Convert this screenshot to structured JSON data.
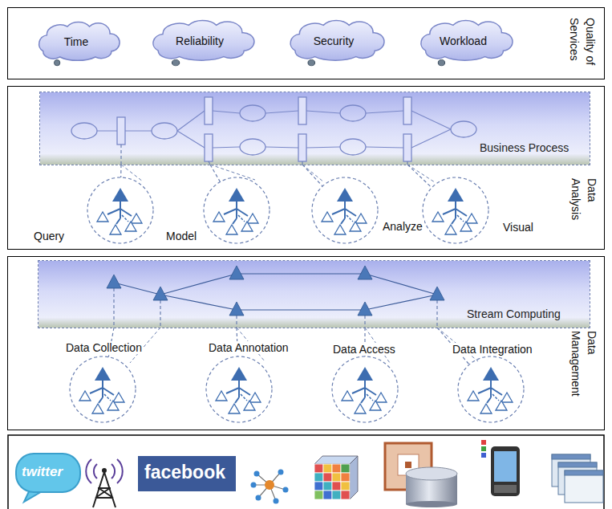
{
  "diagram": {
    "nodes": [
      {
        "text": [
          "Quality of Services"
        ]
      },
      {
        "text": [
          "Time"
        ],
        "in": 0
      },
      {
        "text": [
          "Reliability"
        ],
        "in": 0
      },
      {
        "text": [
          "Security"
        ],
        "in": 0
      },
      {
        "text": [
          "Workload"
        ],
        "in": 0
      },
      {
        "text": [
          "Data Analysis"
        ]
      },
      {
        "text": [
          "Business Process"
        ],
        "in": 5
      },
      {
        "text": [
          "Query"
        ],
        "in": 5
      },
      {
        "text": [
          "Model"
        ],
        "in": 5
      },
      {
        "text": [
          "Analyze"
        ],
        "in": 5
      },
      {
        "text": [
          "Visual"
        ],
        "in": 5
      },
      {
        "text": [
          "Data Management"
        ]
      },
      {
        "text": [
          "Stream Computing"
        ],
        "in": 11
      },
      {
        "text": [
          "Data Collection"
        ],
        "in": 11
      },
      {
        "text": [
          "Data Annotation"
        ],
        "in": 11
      },
      {
        "text": [
          "Data Access"
        ],
        "in": 11
      },
      {
        "text": [
          "Data Integration"
        ],
        "in": 11
      }
    ],
    "edges": [
      {
        "from": 6,
        "to": 7,
        "arrow": "none"
      },
      {
        "from": 6,
        "to": 8,
        "arrow": "none"
      },
      {
        "from": 6,
        "to": 9,
        "arrow": "none"
      },
      {
        "from": 6,
        "to": 10,
        "arrow": "none"
      },
      {
        "from": 12,
        "to": 13,
        "arrow": "none"
      },
      {
        "from": 12,
        "to": 14,
        "arrow": "none"
      },
      {
        "from": 12,
        "to": 15,
        "arrow": "none"
      },
      {
        "from": 12,
        "to": 16,
        "arrow": "none"
      }
    ],
    "labels": [
      "twitter",
      "facebook"
    ]
  }
}
